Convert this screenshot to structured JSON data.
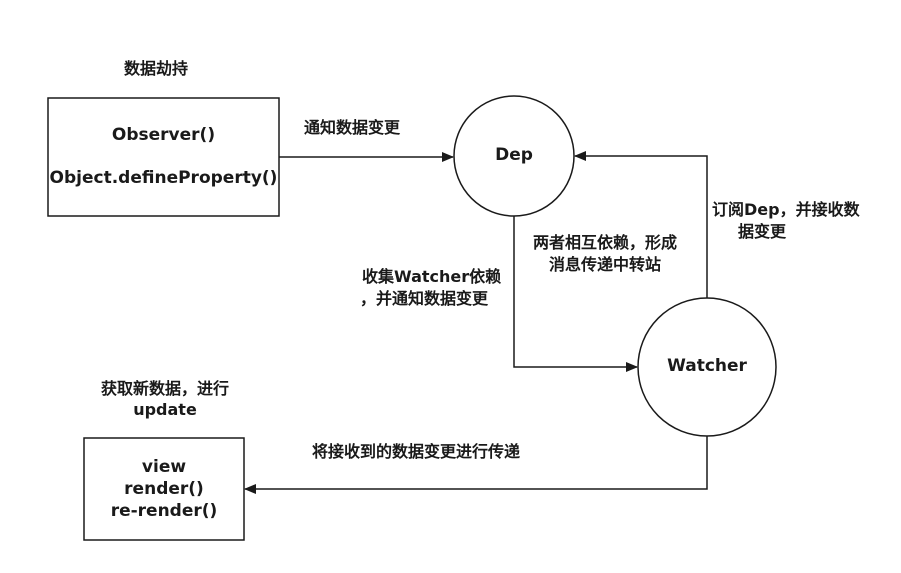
{
  "labels": {
    "hijack_title": "数据劫持",
    "notify_change": "通知数据变更",
    "dep_relation_line1": "两者相互依赖，形成",
    "dep_relation_line2": "消息传递中转站",
    "collect_line1": "收集Watcher依赖",
    "collect_line2": "，并通知数据变更",
    "subscribe_line1": "订阅Dep，并接收数",
    "subscribe_line2": "据变更",
    "fetch_line1": "获取新数据，进行",
    "fetch_line2": "update",
    "pass_change": "将接收到的数据变更进行传递"
  },
  "observer_box": {
    "line1": "Observer()",
    "line2": "Object.defineProperty()"
  },
  "dep_node": {
    "label": "Dep"
  },
  "watcher_node": {
    "label": "Watcher"
  },
  "view_box": {
    "line1": "view",
    "line2": "render()",
    "line3": "re-render()"
  },
  "colors": {
    "stroke": "#1a1a1a",
    "background": "#ffffff"
  }
}
